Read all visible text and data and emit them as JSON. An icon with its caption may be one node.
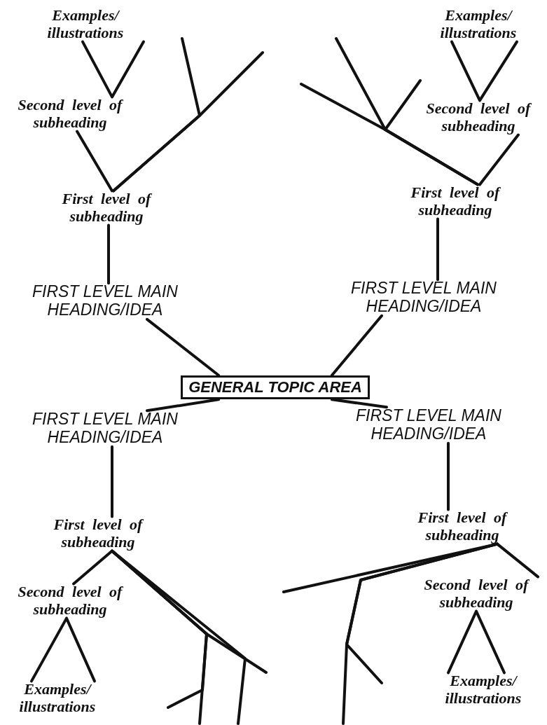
{
  "diagram": {
    "nodes": [
      {
        "text": [
          "GENERAL TOPIC AREA"
        ]
      },
      {
        "text": [
          "FIRST LEVEL MAIN HEADING/IDEA"
        ]
      },
      {
        "text": [
          "First level of subheading"
        ]
      },
      {
        "text": [
          "Second level of subheading"
        ]
      },
      {
        "text": [
          "Examples/ illustrations"
        ]
      },
      {
        "text": [
          "FIRST LEVEL MAIN HEADING/IDEA"
        ]
      },
      {
        "text": [
          "First level of subheading"
        ]
      },
      {
        "text": [
          "Second level of subheading"
        ]
      },
      {
        "text": [
          "Examples/ illustrations"
        ]
      },
      {
        "text": [
          "FIRST LEVEL MAIN HEADING/IDEA"
        ]
      },
      {
        "text": [
          "First level of subheading"
        ]
      },
      {
        "text": [
          "Second level of subheading"
        ]
      },
      {
        "text": [
          "Examples/ illustrations"
        ]
      },
      {
        "text": [
          "FIRST LEVEL MAIN HEADING/IDEA"
        ]
      },
      {
        "text": [
          "First level of subheading"
        ]
      },
      {
        "text": [
          "Second level of subheading"
        ]
      },
      {
        "text": [
          "Examples/ illustrations"
        ]
      }
    ],
    "edges": [
      {
        "from": 0,
        "to": 1,
        "arrow": "none"
      },
      {
        "from": 0,
        "to": 5,
        "arrow": "none"
      },
      {
        "from": 0,
        "to": 9,
        "arrow": "none"
      },
      {
        "from": 0,
        "to": 13,
        "arrow": "none"
      },
      {
        "from": 1,
        "to": 2,
        "arrow": "none"
      },
      {
        "from": 2,
        "to": 3,
        "arrow": "none"
      },
      {
        "from": 2,
        "to": null,
        "arrow": "none"
      },
      {
        "from": 2,
        "to": null,
        "arrow": "none"
      },
      {
        "from": 3,
        "to": 4,
        "arrow": "none"
      },
      {
        "from": 5,
        "to": 6,
        "arrow": "none"
      },
      {
        "from": 6,
        "to": 7,
        "arrow": "none"
      },
      {
        "from": 6,
        "to": null,
        "arrow": "none"
      },
      {
        "from": 6,
        "to": null,
        "arrow": "none"
      },
      {
        "from": 6,
        "to": null,
        "arrow": "none"
      },
      {
        "from": 7,
        "to": 8,
        "arrow": "none"
      },
      {
        "from": 9,
        "to": 10,
        "arrow": "none"
      },
      {
        "from": 10,
        "to": 11,
        "arrow": "none"
      },
      {
        "from": 10,
        "to": null,
        "arrow": "none"
      },
      {
        "from": 10,
        "to": null,
        "arrow": "none"
      },
      {
        "from": 10,
        "to": null,
        "arrow": "none"
      },
      {
        "from": 10,
        "to": null,
        "arrow": "none"
      },
      {
        "from": 11,
        "to": 12,
        "arrow": "none"
      },
      {
        "from": 13,
        "to": 14,
        "arrow": "none"
      },
      {
        "from": 14,
        "to": 15,
        "arrow": "none"
      },
      {
        "from": 14,
        "to": null,
        "arrow": "none"
      },
      {
        "from": 14,
        "to": null,
        "arrow": "none"
      },
      {
        "from": 14,
        "to": null,
        "arrow": "none"
      },
      {
        "from": 15,
        "to": 16,
        "arrow": "none"
      }
    ]
  }
}
